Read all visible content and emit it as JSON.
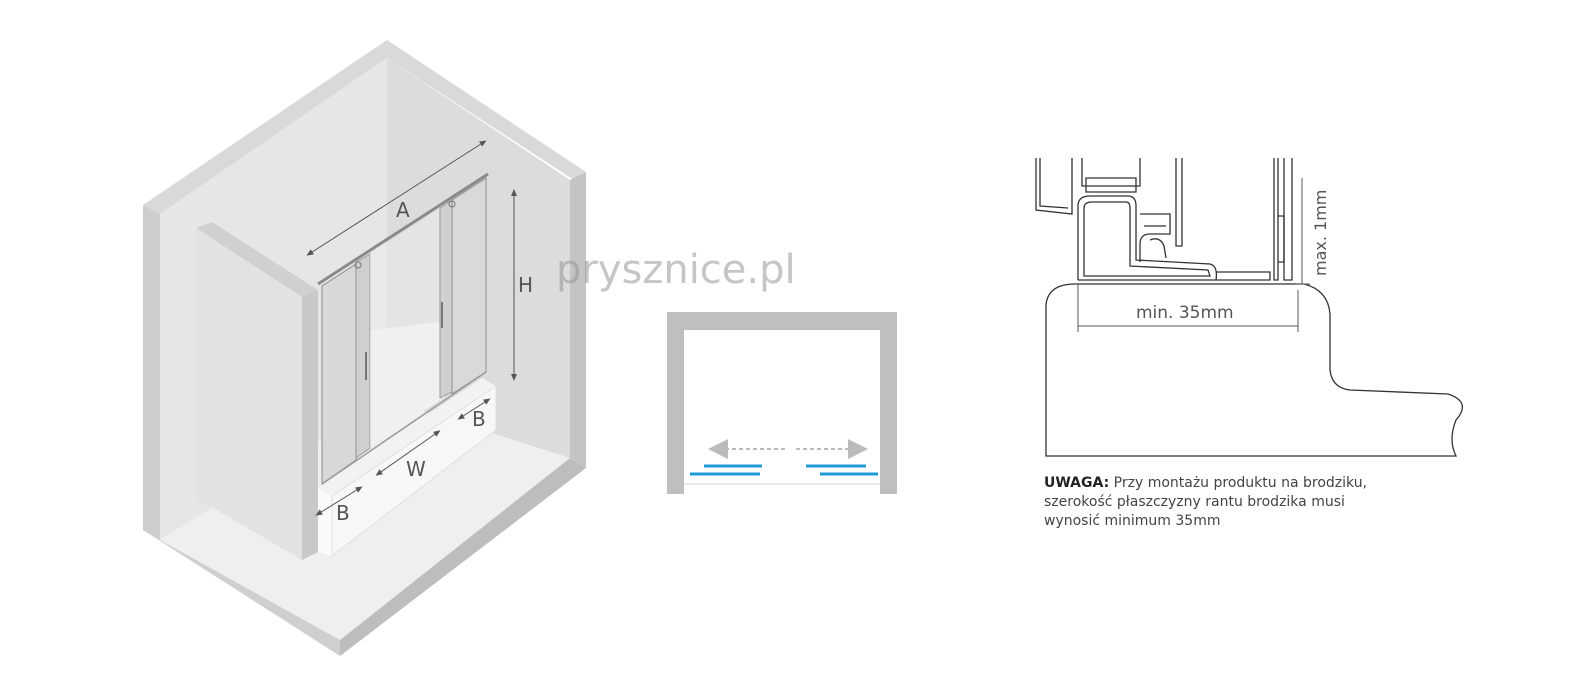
{
  "watermark": "prysznice.pl",
  "isometric": {
    "dim_a": "A",
    "dim_h": "H",
    "dim_w": "W",
    "dim_b_right": "B",
    "dim_b_left": "B"
  },
  "section": {
    "dim_max": "max. 1mm",
    "dim_min": "min. 35mm"
  },
  "note": {
    "label": "UWAGA:",
    "line1": "Przy montażu produktu na brodziku,",
    "line2": "szerokość płaszczyzny rantu brodzika musi",
    "line3": "wynosić minimum 35mm"
  },
  "colors": {
    "wall_light": "#e8e8e8",
    "wall_mid": "#d2d2d2",
    "wall_dark": "#bdbdbd",
    "line": "#444444",
    "accent": "#1e9bd7"
  }
}
